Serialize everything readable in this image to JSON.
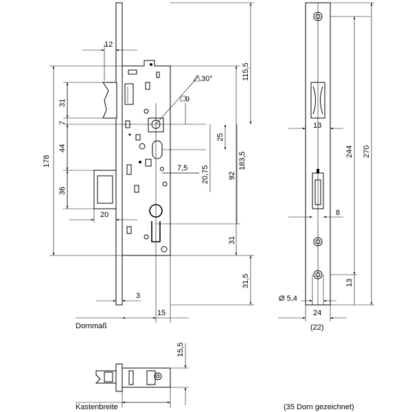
{
  "front_view": {
    "dims": {
      "d12": "12",
      "d31_top": "31",
      "d7": "7",
      "d44": "44",
      "d178": "178",
      "d36": "36",
      "d20": "20",
      "d115_5": "115,5",
      "d30deg": "30°",
      "d9": "9",
      "d25": "25",
      "d7_5": "7,5",
      "d20_75": "20,75",
      "d183_5": "183,5",
      "d92": "92",
      "d31_bottom": "31",
      "d31_5": "31,5",
      "d3": "3",
      "d15": "15"
    },
    "caption_dornmass": "Dornmaß"
  },
  "side_view": {
    "dims": {
      "d13_top": "13",
      "d244": "244",
      "d270": "270",
      "d8": "8",
      "d13_bottom": "13",
      "d5_4": "Ø 5,4",
      "d24": "24",
      "d22": "(22)"
    }
  },
  "top_view": {
    "dims": {
      "d15_5": "15,5"
    },
    "caption_kastenbreite": "Kastenbreite"
  },
  "note": "(35 Dorn gezeichnet)"
}
